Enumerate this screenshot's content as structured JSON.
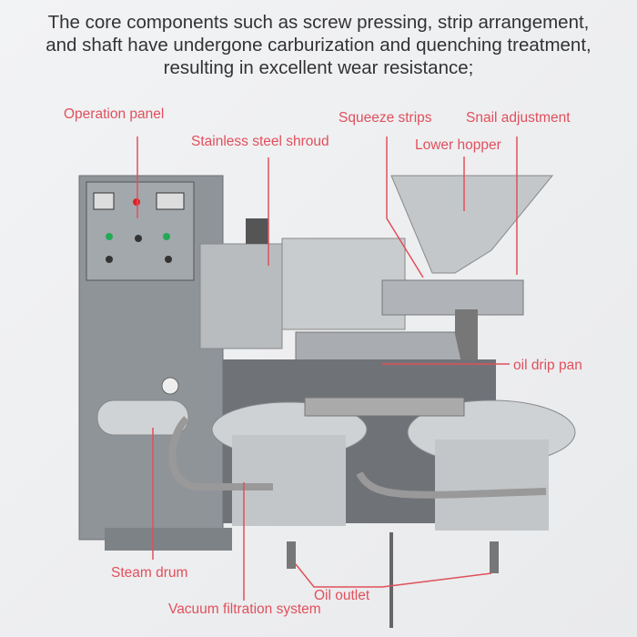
{
  "heading": {
    "lines": [
      "The core components such as screw pressing, strip arrangement,",
      "and shaft have undergone carburization and quenching treatment,",
      "resulting in excellent wear resistance;"
    ]
  },
  "labels": {
    "operation_panel": "Operation panel",
    "stainless_shroud": "Stainless steel shroud",
    "squeeze_strips": "Squeeze strips",
    "snail_adjustment": "Snail adjustment",
    "lower_hopper": "Lower hopper",
    "oil_drip_pan": "oil drip pan",
    "steam_drum": "Steam drum",
    "oil_outlet": "Oil outlet",
    "vacuum_filtration": "Vacuum filtration system"
  },
  "colors": {
    "label": "#e0505c",
    "text": "#333333"
  }
}
